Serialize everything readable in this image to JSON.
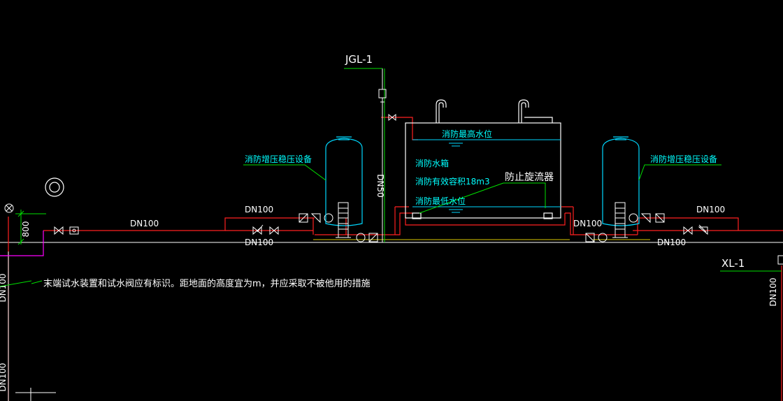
{
  "colors": {
    "background": "#000000",
    "pipe_red": "#ff2020",
    "leader_green": "#00e000",
    "text_cyan": "#00ffff",
    "text_white": "#ffffff",
    "equipment": "#00d8ff",
    "floor_white": "#ffffff",
    "floor_yellow": "#d8c800",
    "magenta": "#ff00ff"
  },
  "labels": {
    "jgl": "JGL-1",
    "xl": "XL-1",
    "riser_dn50": "DN50",
    "dn100_main": "DN100",
    "dn100_left_top": "DN100",
    "dn100_left_bottom": "DN100",
    "dn100_right_mid": "DN100",
    "dn100_right_top": "DN100",
    "dn100_right_bottom": "DN100",
    "dn100_far_left_vertical": "DN100",
    "dn100_far_left_vertical_2": "DN100",
    "dn100_far_right_vertical": "DN100",
    "dim_800": "800",
    "pressure_device_left": "消防增压稳压设备",
    "pressure_device_right": "消防增压稳压设备",
    "tank_high_level": "消防最高水位",
    "tank_name": "消防水箱",
    "tank_capacity": "消防有效容积18m3",
    "tank_low_level": "消防最低水位",
    "anti_vortex": "防止旋流器",
    "note": "末端试水装置和试水阀应有标识。距地面的高度宜为m，并应采取不被他用的措施"
  }
}
